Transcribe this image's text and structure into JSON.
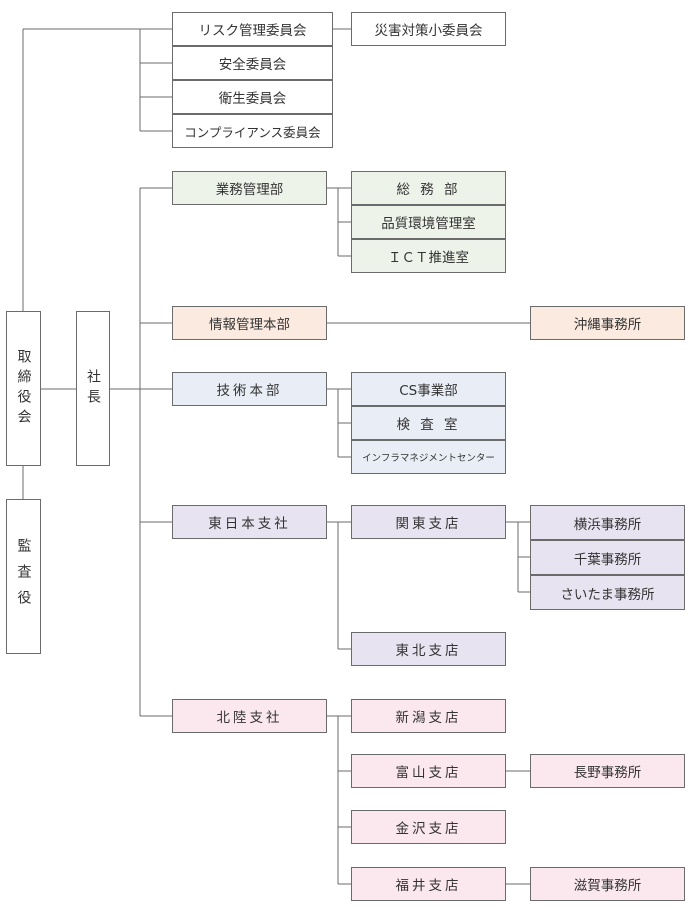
{
  "left": {
    "board": "取締役会",
    "president": "社長",
    "auditor": "監査役"
  },
  "committees": {
    "risk": "リスク管理委員会",
    "disaster": "災害対策小委員会",
    "safety": "安全委員会",
    "health": "衛生委員会",
    "compliance": "コンプライアンス委員会"
  },
  "business": {
    "head": "業務管理部",
    "general": "総 務 部",
    "quality": "品質環境管理室",
    "ict": "ＩＣＴ推進室"
  },
  "info": {
    "head": "情報管理本部",
    "okinawa": "沖縄事務所"
  },
  "tech": {
    "head": "技術本部",
    "cs": "CS事業部",
    "inspection": "検 査 室",
    "infra": "インフラマネジメントセンター"
  },
  "east": {
    "head": "東日本支社",
    "kanto": "関東支店",
    "yokohama": "横浜事務所",
    "chiba": "千葉事務所",
    "saitama": "さいたま事務所",
    "tohoku": "東北支店"
  },
  "hokuriku": {
    "head": "北陸支社",
    "niigata": "新潟支店",
    "toyama": "富山支店",
    "nagano": "長野事務所",
    "kanazawa": "金沢支店",
    "fukui": "福井支店",
    "shiga": "滋賀事務所"
  }
}
